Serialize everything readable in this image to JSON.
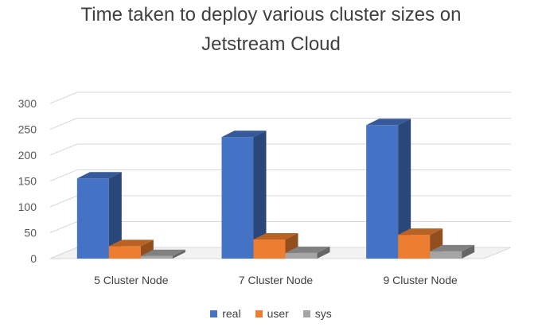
{
  "chart_data": {
    "type": "bar",
    "style": "3d-clustered-column",
    "title": "Time taken to deploy various cluster sizes on\nJetstream Cloud",
    "xlabel": "",
    "ylabel": "",
    "categories": [
      "5 Cluster Node",
      "7 Cluster Node",
      "9 Cluster Node"
    ],
    "series": [
      {
        "name": "real",
        "color": "#4472C4",
        "values": [
          155,
          235,
          258
        ]
      },
      {
        "name": "user",
        "color": "#ED7D31",
        "values": [
          24,
          37,
          46
        ]
      },
      {
        "name": "sys",
        "color": "#A5A5A5",
        "values": [
          5,
          11,
          14
        ]
      }
    ],
    "ylim": [
      0,
      300
    ],
    "yticks": [
      "0",
      "50",
      "100",
      "150",
      "200",
      "250",
      "300"
    ],
    "grid": true,
    "legend_position": "bottom"
  }
}
